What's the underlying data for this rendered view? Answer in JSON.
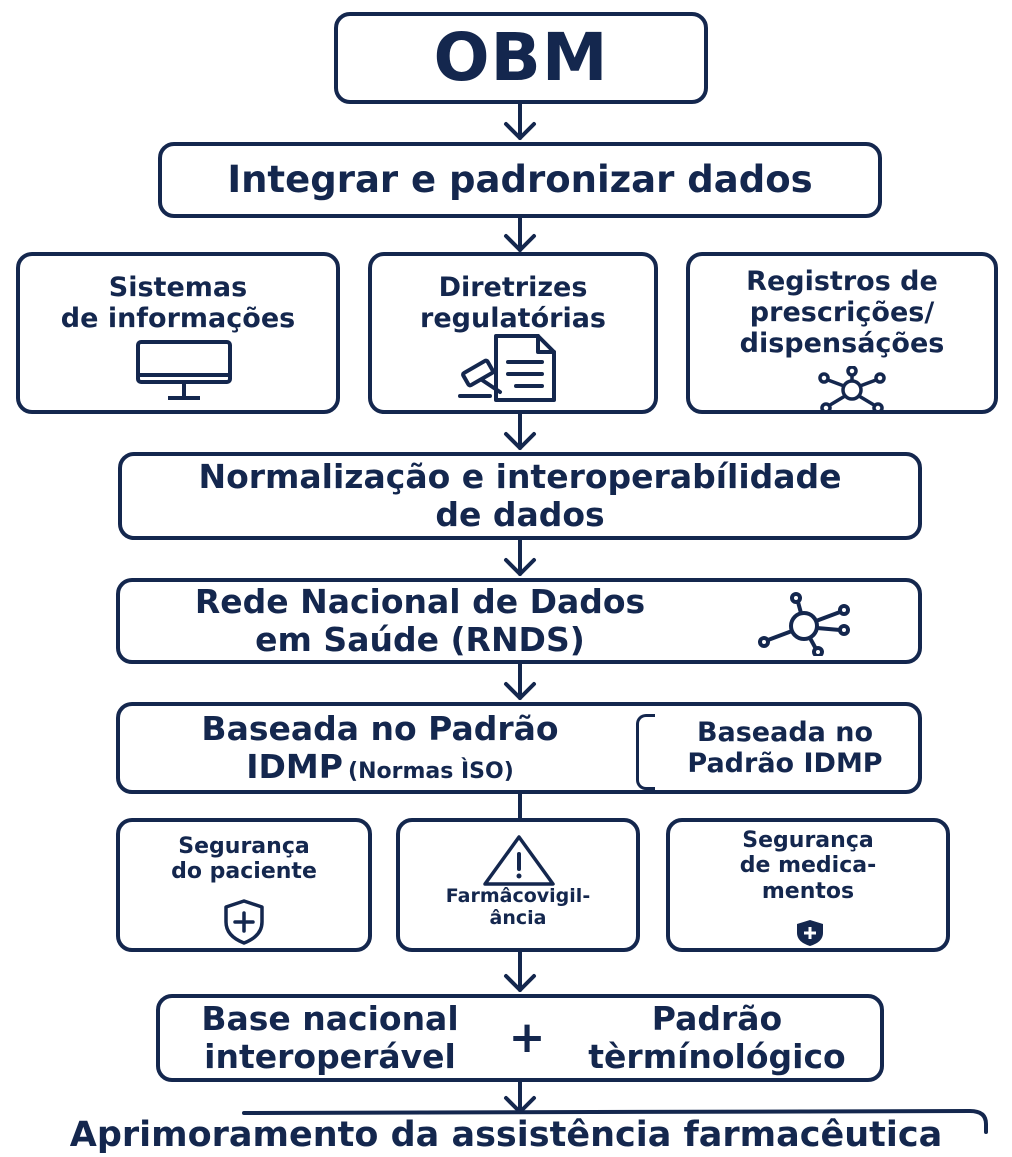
{
  "colors": {
    "primary": "#14274e",
    "background": "#ffffff"
  },
  "obm": {
    "title": "OBM"
  },
  "integrate": {
    "label": "Integrar e padronizar dados"
  },
  "sources": [
    {
      "line1": "Sistemas",
      "line2": "de informações",
      "line3": "",
      "icon": "monitor-icon"
    },
    {
      "line1": "Diretrizes",
      "line2": "regulatórias",
      "line3": "",
      "icon": "gavel-document-icon"
    },
    {
      "line1": "Registros de",
      "line2": "prescrições/",
      "line3": "dispensáções",
      "icon": "network-icon"
    }
  ],
  "normalization": {
    "line1": "Normalização e interoperabílidade",
    "line2": "de dados"
  },
  "rnds": {
    "line1": "Rede Nacional de Dados",
    "line2": "em Saúde (RNDS)",
    "icon": "network-icon"
  },
  "idmp": {
    "left_line1": "Baseada no Padrão",
    "left_line2_main": "IDMP",
    "left_line2_note": "(Normas ÌSO)",
    "right_line1": "Baseada no",
    "right_line2": "Padrão IDMP"
  },
  "outcomes": [
    {
      "line1": "Segurança",
      "line2": "do paciente",
      "line3": "",
      "icon": "shield-plus-icon"
    },
    {
      "line1": "Farmâcovigil-",
      "line2": "ância",
      "line3": "",
      "icon": "warning-icon"
    },
    {
      "line1": "Segurança",
      "line2": "de medica-",
      "line3": "mentos",
      "icon": "shield-plus-filled-icon"
    }
  ],
  "combination": {
    "left_line1": "Base nacional",
    "left_line2": "interoperável",
    "plus": "+",
    "right_line1": "Padrão",
    "right_line2": "tèrmínológico"
  },
  "result": {
    "label": "Aprimoramento da assistência farmacêutica"
  }
}
